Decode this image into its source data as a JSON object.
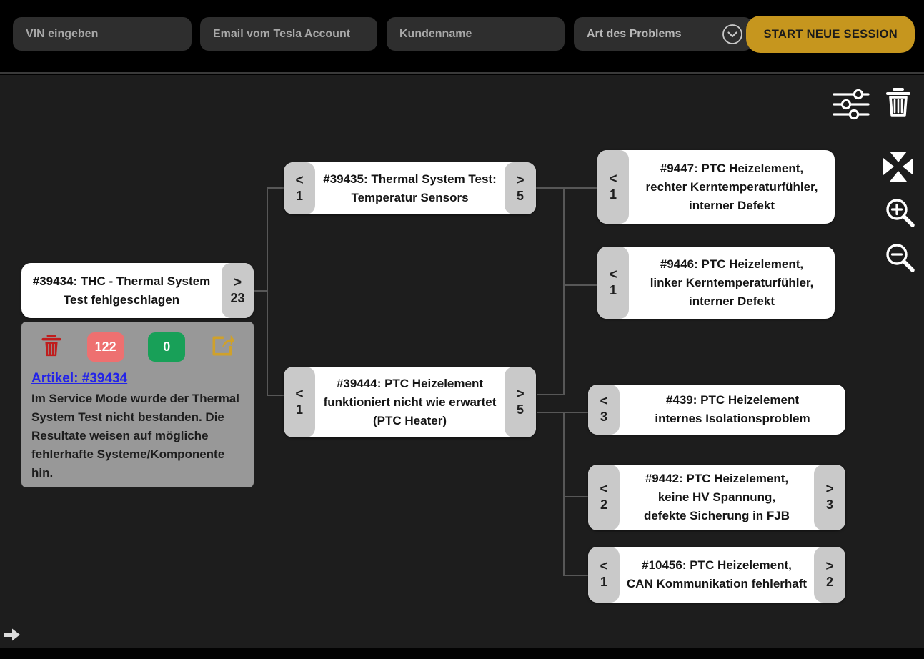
{
  "header": {
    "vin_placeholder": "VIN eingeben",
    "email_placeholder": "Email vom Tesla Account",
    "customer_placeholder": "Kundenname",
    "problem_label": "Art des Problems",
    "start_button_label": "START NEUE SESSION"
  },
  "toolbar": {
    "filter_icon": "tune-sliders-icon",
    "clear_icon": "trash-icon",
    "fit_icon": "arrows-to-center-icon",
    "zoom_in_icon": "magnifier-plus-icon",
    "zoom_out_icon": "magnifier-minus-icon",
    "pan_icon": "arrow-right-icon"
  },
  "colors": {
    "accent_gold": "#c6961e",
    "badge_red": "#ee7070",
    "badge_green": "#18a058",
    "trash_red": "#c01d1d",
    "link_blue": "#2323e8",
    "panel_gray": "#989898",
    "edge_gray": "#575757"
  },
  "detail_panel": {
    "downvote_count": "122",
    "upvote_count": "0",
    "article_link": "Artikel: #39434",
    "description": [
      "Im Service Mode wurde der Thermal",
      "System Test nicht bestanden. Die",
      "Resultate weisen auf mögliche",
      "fehlerhafte Systeme/Komponente hin."
    ]
  },
  "tree": {
    "nodes": [
      {
        "id": "39434",
        "title": [
          "#39434: THC - Thermal System",
          "Test fehlgeschlagen"
        ],
        "right": {
          "arrow": ">",
          "count": "23"
        }
      },
      {
        "id": "39435",
        "title": [
          "#39435: Thermal System Test:",
          "Temperatur Sensors"
        ],
        "left": {
          "arrow": "<",
          "count": "1"
        },
        "right": {
          "arrow": ">",
          "count": "5"
        }
      },
      {
        "id": "39444",
        "title": [
          "#39444: PTC Heizelement",
          "funktioniert nicht wie erwartet",
          "(PTC Heater)"
        ],
        "left": {
          "arrow": "<",
          "count": "1"
        },
        "right": {
          "arrow": ">",
          "count": "5"
        }
      },
      {
        "id": "9447",
        "title": [
          "#9447: PTC Heizelement,",
          "rechter Kerntemperaturfühler,",
          "interner Defekt"
        ],
        "left": {
          "arrow": "<",
          "count": "1"
        }
      },
      {
        "id": "9446",
        "title": [
          "#9446: PTC Heizelement,",
          "linker Kerntemperaturfühler,",
          "interner Defekt"
        ],
        "left": {
          "arrow": "<",
          "count": "1"
        }
      },
      {
        "id": "439",
        "title": [
          "#439: PTC Heizelement",
          "internes Isolationsproblem"
        ],
        "left": {
          "arrow": "<",
          "count": "3"
        }
      },
      {
        "id": "9442",
        "title": [
          "#9442: PTC Heizelement,",
          "keine HV Spannung,",
          "defekte Sicherung in FJB"
        ],
        "left": {
          "arrow": "<",
          "count": "2"
        },
        "right": {
          "arrow": ">",
          "count": "3"
        }
      },
      {
        "id": "10456",
        "title": [
          "#10456: PTC Heizelement,",
          "CAN Kommunikation fehlerhaft"
        ],
        "left": {
          "arrow": "<",
          "count": "1"
        },
        "right": {
          "arrow": ">",
          "count": "2"
        }
      }
    ]
  }
}
